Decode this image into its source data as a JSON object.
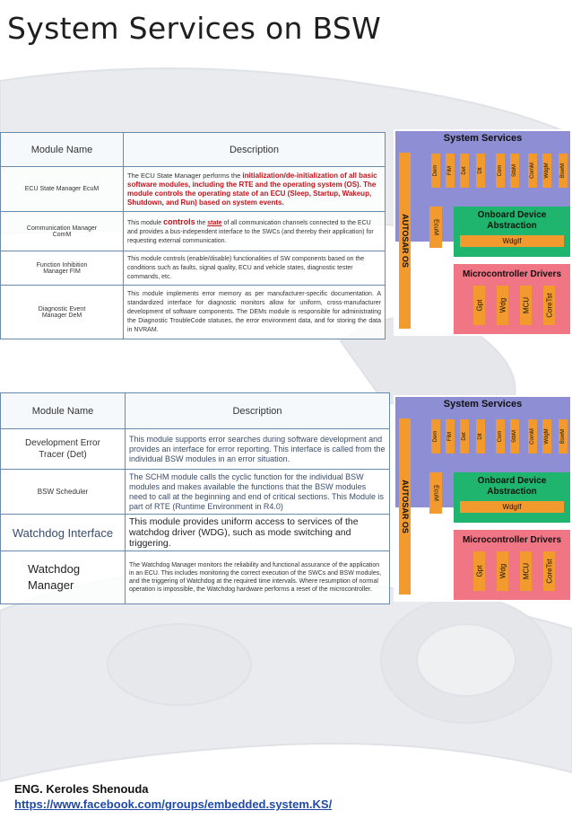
{
  "page": {
    "title": "System Services on BSW"
  },
  "table1": {
    "header": {
      "name": "Module Name",
      "description": "Description"
    },
    "rows": [
      {
        "name": "ECU State Manager EcuM",
        "desc_a": "The ECU State Manager performs the ",
        "desc_b": "initialization/de-initialization of all basic software modules, including the RTE and the operating system (OS). The module controls the operating state of an ECU (Sleep, Startup, Wakeup, Shutdown, and Run) based on system events."
      },
      {
        "name": "Communication Manager ComM",
        "desc_a": "This module ",
        "desc_b": "controls",
        "desc_c": " the ",
        "desc_d": "state",
        "desc_e": " of all communication channels connected to the ECU and provides a bus-independent interface to the SWCs (and thereby their application) for requesting external communication."
      },
      {
        "name": "Function Inhibition Manager FIM",
        "desc": "This module controls (enable/disable) functionalities of SW components based on the conditions such as faults, signal quality, ECU and vehicle states, diagnostic tester commands, etc."
      },
      {
        "name": "Diagnostic Event Manager DeM",
        "desc": "This module implements error memory as per manufacturer-specific documentation. A standardized interface for diagnostic monitors allow for uniform, cross-manufacturer development of software components. The DEMs module is responsible for administrating the Diagnostic TroubleCode statuses, the error environment data, and for storing the data in NVRAM."
      }
    ]
  },
  "table2": {
    "header": {
      "name": "Module Name",
      "description": "Description"
    },
    "rows": [
      {
        "name": "Development Error Tracer (Det)",
        "desc": "This module supports error searches during software development and provides an interface for error reporting. This interface is called from the individual BSW modules in an error situation."
      },
      {
        "name": "BSW Scheduler",
        "desc": "The SCHM module calls the cyclic function for the individual BSW modules and makes available the functions that the BSW modules need to call at the beginning and end of critical sections. This Module is part of RTE (Runtime Environment in R4.0)"
      },
      {
        "name": "Watchdog Interface",
        "desc": "This module provides uniform access to services of the watchdog driver (WDG), such as mode switching and triggering."
      },
      {
        "name": "Watchdog Manager",
        "desc": "The Watchdog Manager monitors the reliability and functional assurance of the application in an ECU. This includes monitoring the correct execution of the SWCs and BSW modules, and the triggering of Watchdog at the required time intervals. Where resumption of normal operation is impossible, the Watchdog hardware performs a reset of the microcontroller."
      }
    ]
  },
  "diagram": {
    "system_services": "System Services",
    "autosar_os": "AUTOSAR OS",
    "service_modules": [
      "Dem",
      "FiM",
      "Det",
      "Dlt",
      "Com",
      "StbM",
      "ComM",
      "WdgM",
      "BswM"
    ],
    "ecum": "EcuM",
    "onboard_device_abstraction": "Onboard Device Abstraction",
    "wdgif": "WdgIf",
    "microcontroller_drivers": "Microcontroller Drivers",
    "mc_modules": [
      "Gpt",
      "Wdg",
      "MCU",
      "CoreTst"
    ],
    "colors": {
      "services": "#8e8ed4",
      "module": "#f39a2e",
      "abstraction": "#1fb56e",
      "drivers": "#f07585"
    }
  },
  "footer": {
    "author": "ENG. Keroles Shenouda",
    "link": "https://www.facebook.com/groups/embedded.system.KS/"
  }
}
